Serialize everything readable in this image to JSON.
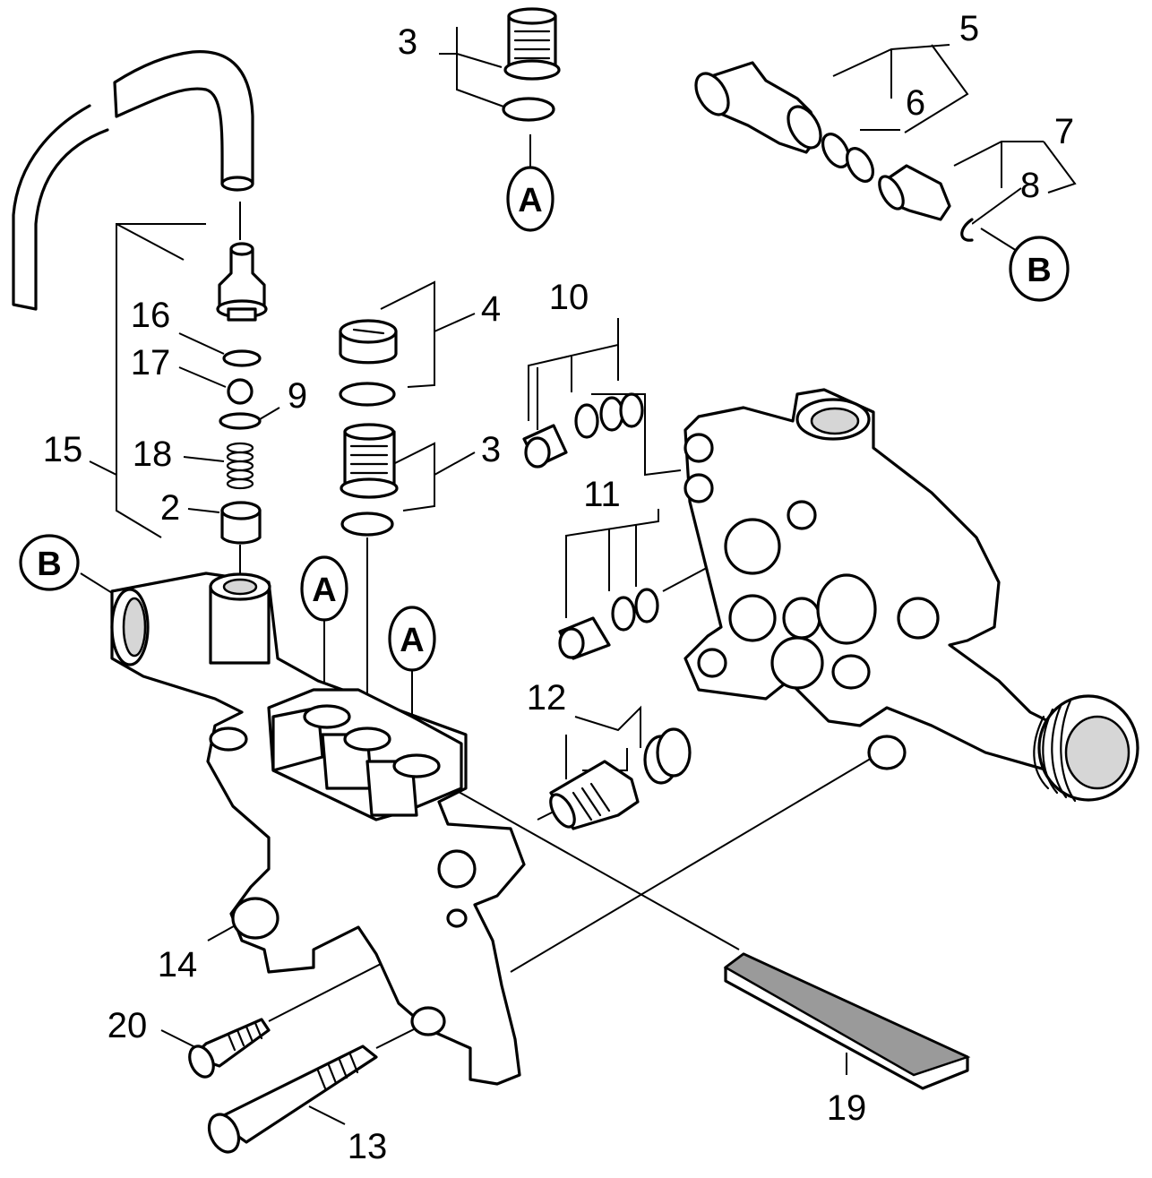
{
  "callouts": [
    {
      "id": "2",
      "text": "2"
    },
    {
      "id": "3a",
      "text": "3"
    },
    {
      "id": "3b",
      "text": "3"
    },
    {
      "id": "4",
      "text": "4"
    },
    {
      "id": "5",
      "text": "5"
    },
    {
      "id": "6",
      "text": "6"
    },
    {
      "id": "7",
      "text": "7"
    },
    {
      "id": "8",
      "text": "8"
    },
    {
      "id": "9",
      "text": "9"
    },
    {
      "id": "10",
      "text": "10"
    },
    {
      "id": "11",
      "text": "11"
    },
    {
      "id": "12",
      "text": "12"
    },
    {
      "id": "13",
      "text": "13"
    },
    {
      "id": "14",
      "text": "14"
    },
    {
      "id": "15",
      "text": "15"
    },
    {
      "id": "16",
      "text": "16"
    },
    {
      "id": "17",
      "text": "17"
    },
    {
      "id": "18",
      "text": "18"
    },
    {
      "id": "19",
      "text": "19"
    },
    {
      "id": "20",
      "text": "20"
    }
  ],
  "references": {
    "a1": "A",
    "a2": "A",
    "a3": "A",
    "b1": "B",
    "b2": "B"
  }
}
